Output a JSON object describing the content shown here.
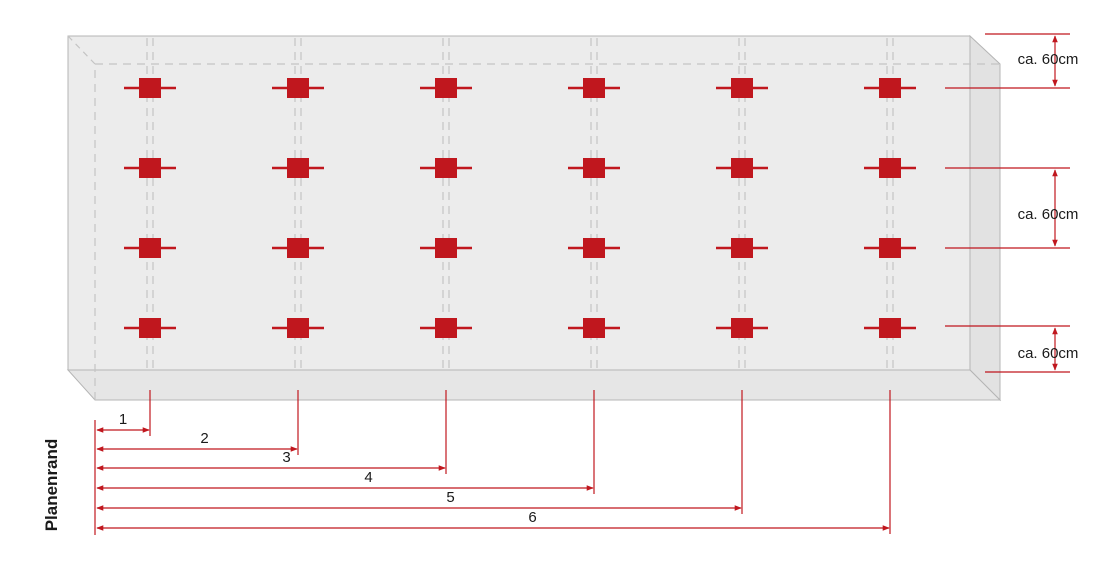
{
  "diagram": {
    "edge_label": "Planenrand",
    "spacing_labels": [
      "ca. 60cm",
      "ca. 60cm",
      "ca. 60cm"
    ],
    "distance_labels": [
      "1",
      "2",
      "3",
      "4",
      "5",
      "6"
    ],
    "grid": {
      "rows": 4,
      "columns": 6
    },
    "colors": {
      "accent": "#c0171e",
      "panel_fill": "#ececec",
      "panel_stroke": "#b5b5b5",
      "dashed_lines": "#c4c4c4",
      "text": "#1a1a1a"
    }
  }
}
